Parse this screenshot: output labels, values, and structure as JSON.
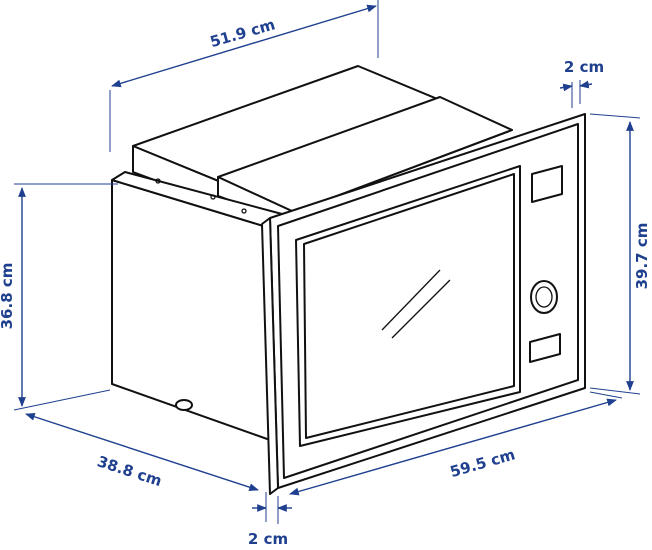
{
  "diagram": {
    "dimensions": {
      "depth_top": "51.9 cm",
      "frame_top": "2 cm",
      "height_body": "36.8 cm",
      "height_front": "39.7 cm",
      "depth_bottom": "38.8 cm",
      "width_front": "59.5 cm",
      "frame_bottom": "2 cm"
    },
    "colors": {
      "dimension": "#1f3f8f",
      "outline": "#111111"
    }
  }
}
